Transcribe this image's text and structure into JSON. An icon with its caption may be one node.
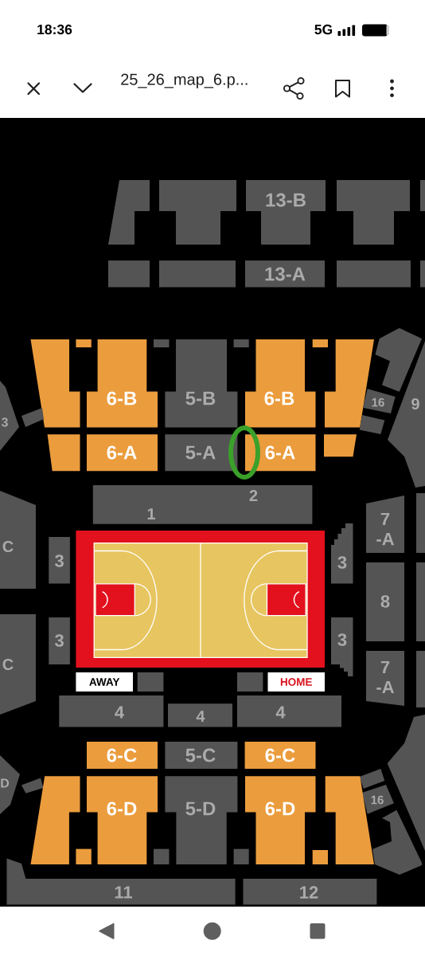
{
  "diagram": {
    "nodes": [
      {
        "text": [],
        "shape": "box"
      },
      {
        "text": [],
        "shape": "box"
      },
      {
        "text": [
          "13-B"
        ]
      },
      {
        "text": [],
        "shape": "box"
      },
      {
        "text": [],
        "shape": "box"
      },
      {
        "text": [],
        "shape": "box"
      },
      {
        "text": [],
        "shape": "box"
      },
      {
        "text": [
          "13-A"
        ]
      },
      {
        "text": [],
        "shape": "box"
      },
      {
        "text": [],
        "shape": "box"
      },
      {
        "text": [],
        "shape": "box"
      },
      {
        "text": [],
        "shape": "box"
      },
      {
        "text": [
          "6-B"
        ]
      },
      {
        "text": [],
        "shape": "box"
      },
      {
        "text": [
          "5-B"
        ]
      },
      {
        "text": [],
        "shape": "box"
      },
      {
        "text": [
          "6-B"
        ]
      },
      {
        "text": [],
        "shape": "box"
      },
      {
        "text": [],
        "shape": "box"
      },
      {
        "text": [],
        "shape": "box"
      },
      {
        "text": [
          "3"
        ]
      },
      {
        "text": [],
        "shape": "box"
      },
      {
        "text": [
          "16"
        ]
      },
      {
        "text": [],
        "shape": "box"
      },
      {
        "text": [
          "9"
        ]
      },
      {
        "text": [],
        "shape": "box"
      },
      {
        "text": [
          "6-A"
        ]
      },
      {
        "text": [
          "5-A"
        ]
      },
      {
        "text": [
          "6-A"
        ]
      },
      {
        "text": [],
        "shape": "box"
      },
      {
        "text": [
          "1",
          "2"
        ]
      },
      {
        "text": [
          "C"
        ]
      },
      {
        "text": [
          "7 -A"
        ]
      },
      {
        "text": [],
        "shape": "box"
      },
      {
        "text": [
          "3"
        ]
      },
      {
        "text": [
          "3"
        ]
      },
      {
        "text": [
          "8"
        ]
      },
      {
        "text": [],
        "shape": "box"
      },
      {
        "text": [
          "3"
        ]
      },
      {
        "text": [
          "3"
        ]
      },
      {
        "text": [
          "C"
        ]
      },
      {
        "text": [
          "7 -A"
        ]
      },
      {
        "text": [],
        "shape": "box"
      },
      {
        "text": [
          "AWAY"
        ]
      },
      {
        "text": [],
        "shape": "box"
      },
      {
        "text": [],
        "shape": "box"
      },
      {
        "text": [
          "HOME"
        ]
      },
      {
        "text": [
          "4"
        ]
      },
      {
        "text": [
          "4"
        ]
      },
      {
        "text": [
          "4"
        ]
      },
      {
        "text": [
          "6-C"
        ]
      },
      {
        "text": [
          "5-C"
        ]
      },
      {
        "text": [
          "6-C"
        ]
      },
      {
        "text": [
          "D"
        ]
      },
      {
        "text": [],
        "shape": "box"
      },
      {
        "text": [],
        "shape": "box"
      },
      {
        "text": [
          "16"
        ]
      },
      {
        "text": [],
        "shape": "box"
      },
      {
        "text": [],
        "shape": "box"
      },
      {
        "text": [],
        "shape": "box"
      },
      {
        "text": [
          "6-D"
        ]
      },
      {
        "text": [],
        "shape": "box"
      },
      {
        "text": [
          "5-D"
        ]
      },
      {
        "text": [],
        "shape": "box"
      },
      {
        "text": [
          "6-D"
        ]
      },
      {
        "text": [],
        "shape": "box"
      },
      {
        "text": [],
        "shape": "box"
      },
      {
        "text": [],
        "shape": "box"
      },
      {
        "text": [
          "11"
        ]
      },
      {
        "text": [
          "12"
        ]
      }
    ],
    "labels": [
      "18:36",
      "5G",
      "25_26_map_6.p..."
    ]
  }
}
